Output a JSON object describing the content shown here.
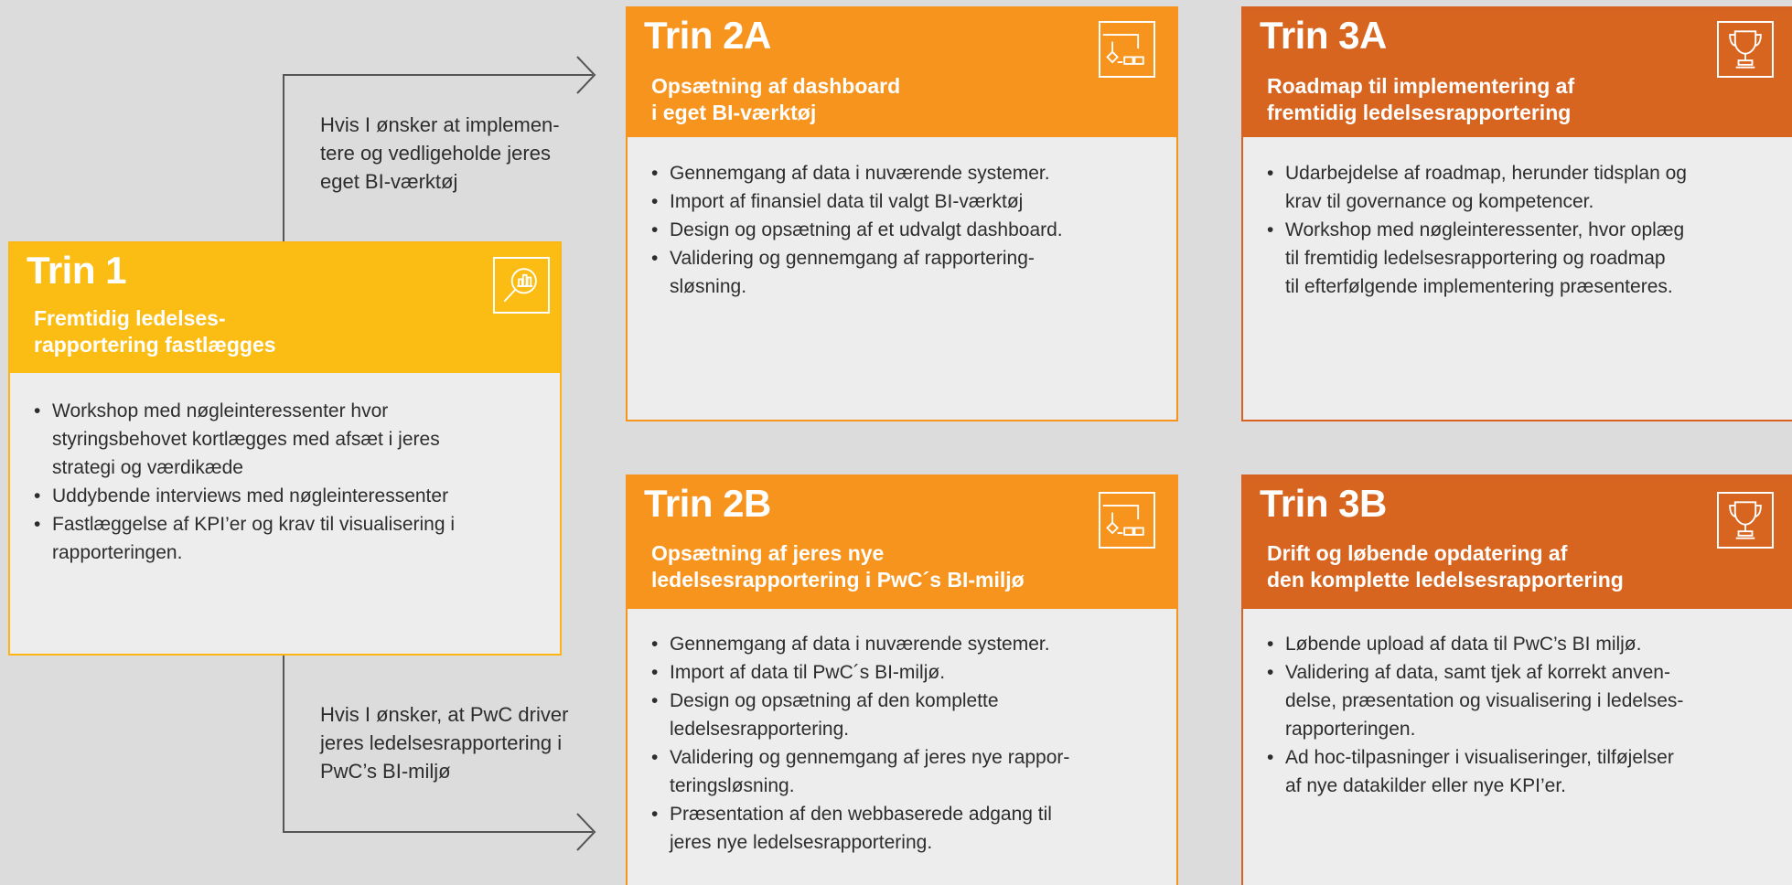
{
  "colors": {
    "background": "#dcdcdc",
    "card_body": "#ededed",
    "trin1": "#fbbd13",
    "trin2": "#f7941e",
    "trin3": "#d8651f",
    "connector": "#555555"
  },
  "branches": {
    "top": {
      "lines": [
        "Hvis I ønsker at implemen-",
        "tere og vedligeholde jeres",
        "eget BI-værktøj"
      ]
    },
    "bottom": {
      "lines": [
        "Hvis I ønsker, at PwC driver",
        "jeres ledelsesrapportering i",
        "PwC’s BI-miljø"
      ]
    }
  },
  "cards": {
    "trin1": {
      "title": "Trin 1",
      "subtitle": [
        "Fremtidig ledelses-",
        "rapportering fastlægges"
      ],
      "icon": "magnifier-chart-icon",
      "bullets": [
        [
          "Workshop med nøgleinteressenter hvor",
          "styringsbehovet kortlægges med afsæt i jeres",
          "strategi og værdikæde"
        ],
        [
          "Uddybende interviews med nøgleinteressenter"
        ],
        [
          "Fastlæggelse af KPI’er og krav til visualisering i",
          "rapporteringen."
        ]
      ]
    },
    "trin2a": {
      "title": "Trin 2A",
      "subtitle": [
        "Opsætning af dashboard",
        "i eget BI-værktøj"
      ],
      "icon": "dashboard-flow-icon",
      "bullets": [
        [
          "Gennemgang af data i nuværende systemer."
        ],
        [
          "Import af finansiel data til valgt BI-værktøj"
        ],
        [
          "Design og opsætning af et udvalgt dashboard."
        ],
        [
          "Validering og gennemgang af rapportering-",
          "sløsning."
        ]
      ]
    },
    "trin2b": {
      "title": "Trin 2B",
      "subtitle": [
        "Opsætning af jeres nye",
        "ledelsesrapportering i PwC´s BI-miljø"
      ],
      "icon": "dashboard-flow-icon",
      "bullets": [
        [
          "Gennemgang af data i nuværende systemer."
        ],
        [
          "Import af data til PwC´s BI-miljø."
        ],
        [
          "Design og opsætning af den komplette",
          "ledelsesrapportering."
        ],
        [
          "Validering og gennemgang af jeres nye rappor-",
          "teringsløsning."
        ],
        [
          "Præsentation af den webbaserede adgang til",
          "jeres nye ledelsesrapportering."
        ]
      ]
    },
    "trin3a": {
      "title": "Trin 3A",
      "subtitle": [
        "Roadmap til implementering af",
        "fremtidig ledelsesrapportering"
      ],
      "icon": "trophy-icon",
      "bullets": [
        [
          "Udarbejdelse af roadmap, herunder tidsplan og",
          "krav til governance og kompetencer."
        ],
        [
          "Workshop med nøgleinteressenter, hvor oplæg",
          "til fremtidig ledelsesrapportering og roadmap",
          "til efterfølgende implementering præsenteres."
        ]
      ]
    },
    "trin3b": {
      "title": "Trin 3B",
      "subtitle": [
        "Drift og løbende opdatering af",
        "den komplette ledelsesrapportering"
      ],
      "icon": "trophy-icon",
      "bullets": [
        [
          "Løbende upload af data til PwC’s BI miljø."
        ],
        [
          "Validering af data, samt tjek af korrekt anven-",
          "delse, præsentation og visualisering i ledelses-",
          "rapporteringen."
        ],
        [
          "Ad hoc-tilpasninger i visualiseringer, tilføjelser",
          "af nye datakilder eller nye KPI’er."
        ]
      ]
    }
  }
}
